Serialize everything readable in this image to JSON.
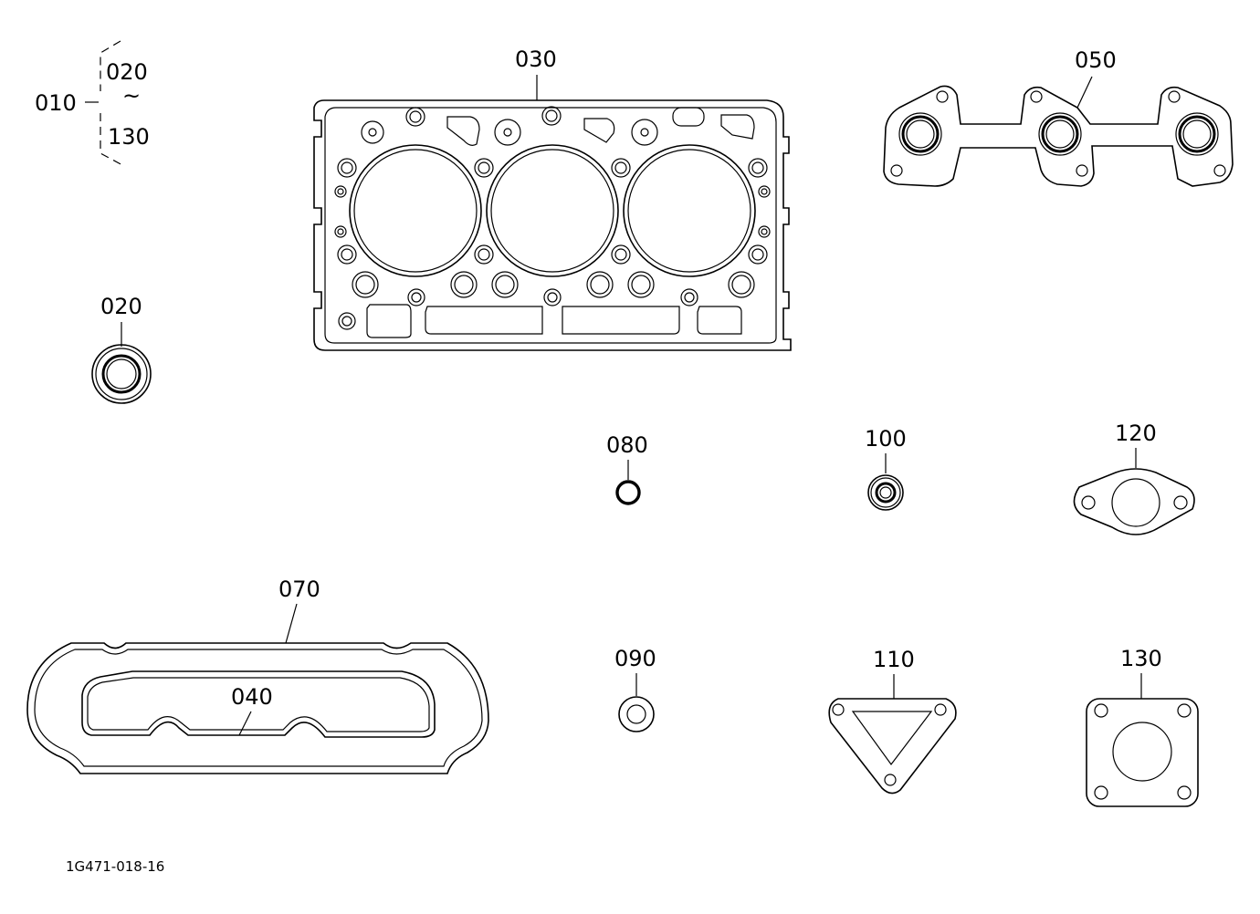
{
  "group": {
    "id": "010",
    "range_start": "020",
    "range_sep": "~",
    "range_end": "130"
  },
  "parts": {
    "p020": "020",
    "p030": "030",
    "p040": "040",
    "p050": "050",
    "p070": "070",
    "p080": "080",
    "p090": "090",
    "p100": "100",
    "p110": "110",
    "p120": "120",
    "p130": "130"
  },
  "diagram_code": "1G471-018-16"
}
